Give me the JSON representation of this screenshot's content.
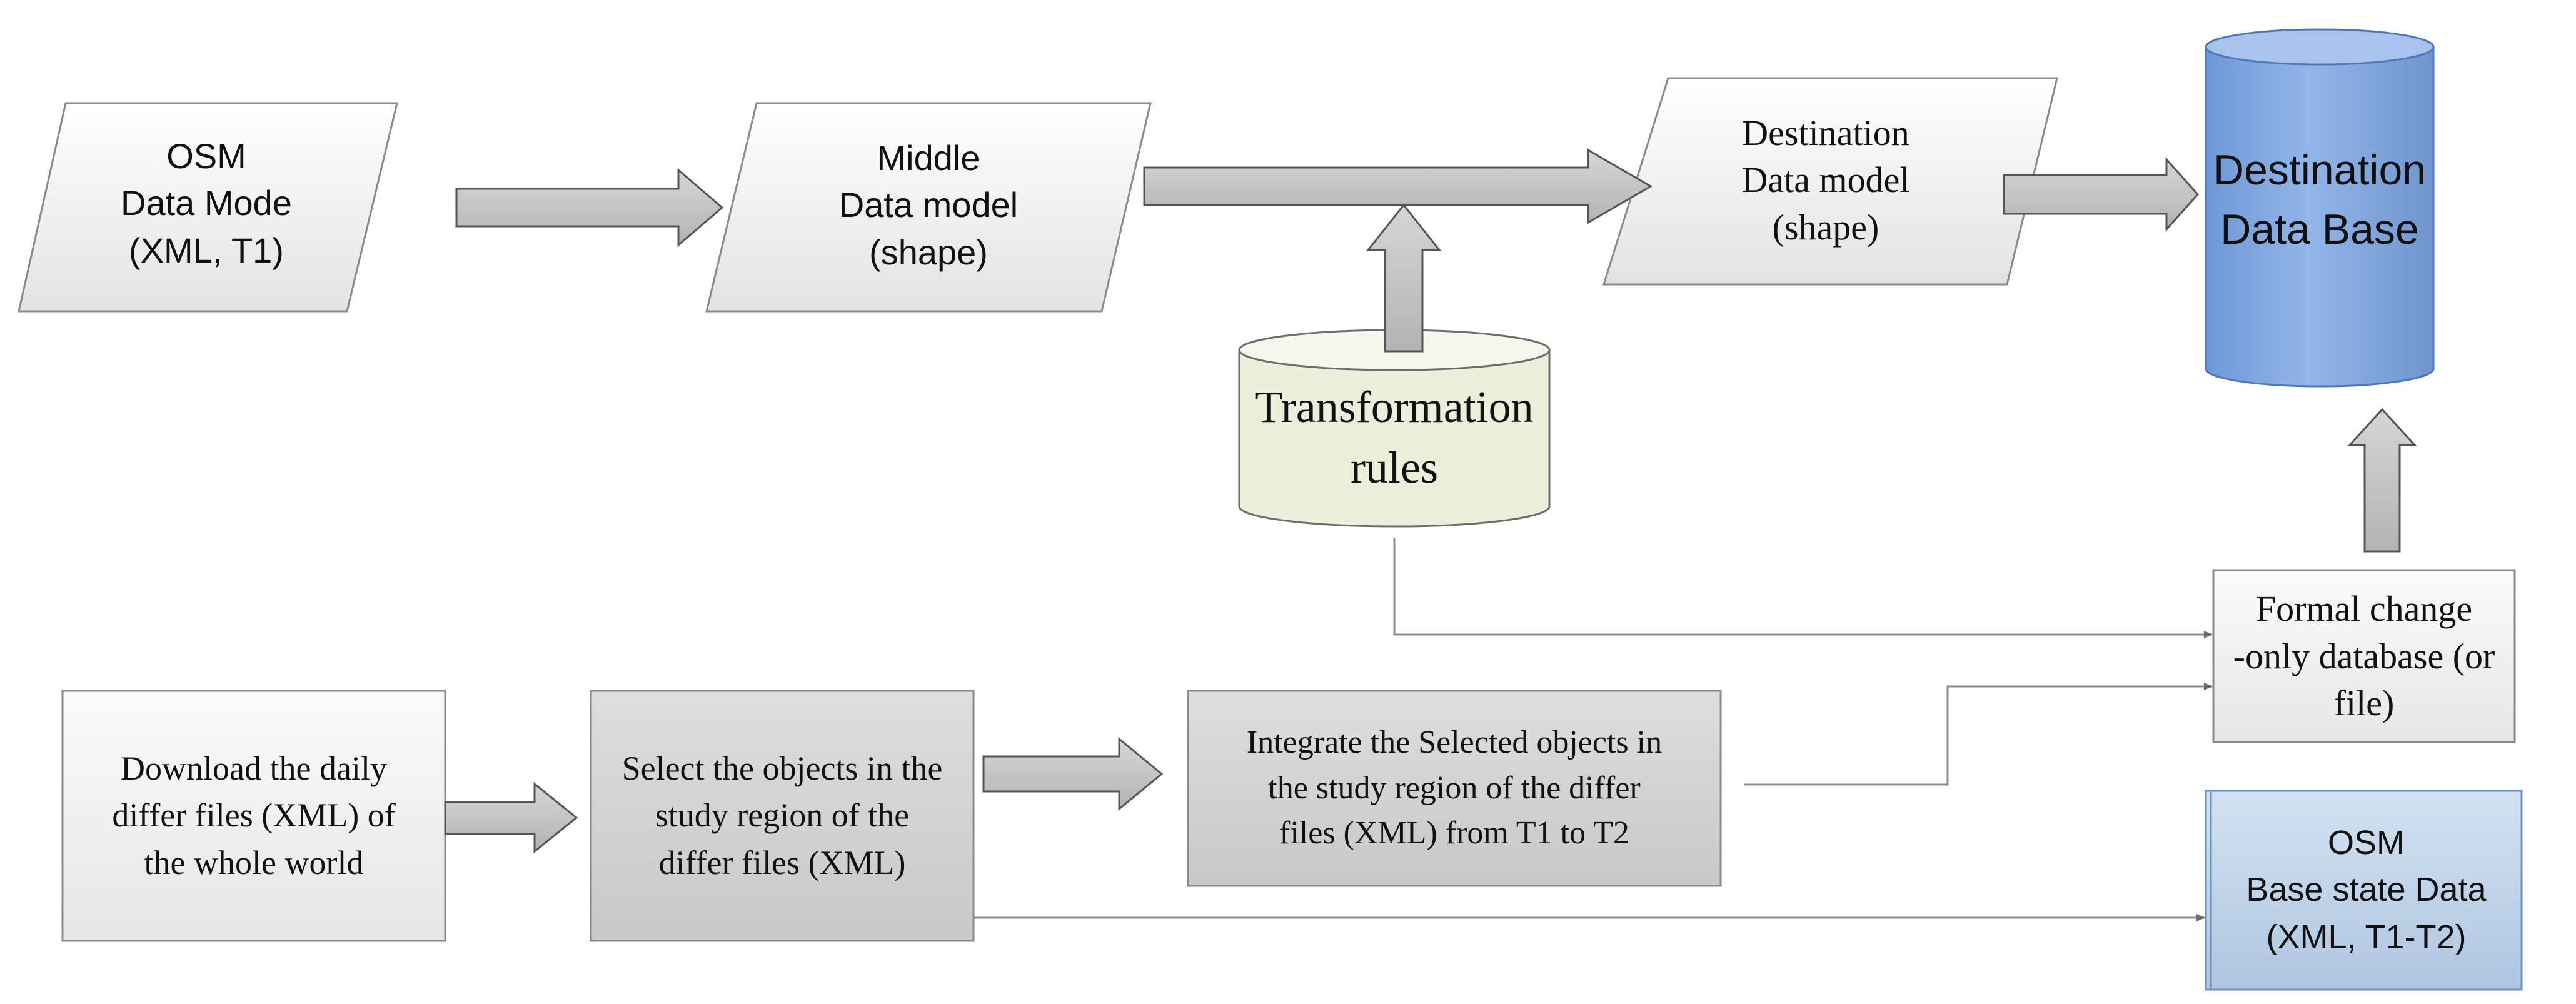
{
  "nodes": {
    "osm_data_mode": {
      "lines": [
        "OSM",
        "Data Mode",
        "(XML, T1)"
      ]
    },
    "middle_data_model": {
      "lines": [
        "Middle",
        "Data model",
        "(shape)"
      ]
    },
    "destination_data_model": {
      "lines": [
        "Destination",
        "Data model",
        "(shape)"
      ]
    },
    "destination_data_base": {
      "lines": [
        "Destination",
        "Data Base"
      ]
    },
    "transformation_rules": {
      "lines": [
        "Transformation",
        "rules"
      ]
    },
    "formal_change_db": {
      "lines": [
        "Formal change",
        "-only database (or",
        "file)"
      ]
    },
    "download_diff": {
      "lines": [
        "Download the daily",
        "differ files (XML) of",
        "the whole world"
      ]
    },
    "select_objects": {
      "lines": [
        "Select the objects in the",
        "study region of the",
        "differ files (XML)"
      ]
    },
    "integrate_objects": {
      "lines": [
        "Integrate the Selected objects in",
        "the study region of the differ",
        "files (XML) from T1 to T2"
      ]
    },
    "osm_base_state": {
      "lines": [
        "OSM",
        "Base state Data",
        "(XML, T1-T2)"
      ]
    }
  },
  "colors": {
    "block_arrow_fill": "#c9c9c9",
    "block_arrow_stroke": "#555555",
    "connector": "#8c8c8c",
    "database_blue": "#8cb1e3",
    "rules_green": "#eaf2dd",
    "process_grey": "#d6d6d6",
    "base_state_blue": "#c3d6ea"
  }
}
